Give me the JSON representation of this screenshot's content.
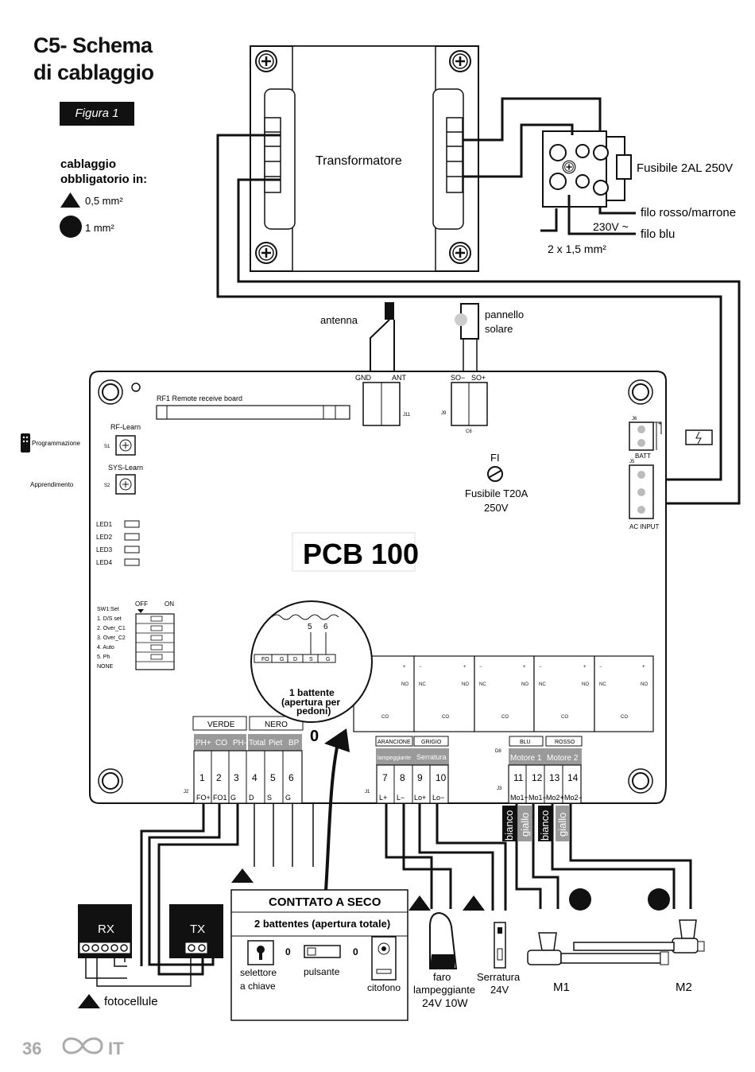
{
  "title": {
    "line1": "C5- Schema",
    "line2": "di cablaggio"
  },
  "figure_label": "Figura 1",
  "legend": {
    "heading1": "cablaggio",
    "heading2": "obbligatorio in:",
    "thin_label": "0,5 mm²",
    "thick_label": "1 mm²"
  },
  "transformer": {
    "label": "Transformatore"
  },
  "fuse_block": {
    "fuse_label": "Fusibile 2AL 250V",
    "wire_red": "filo rosso/marrone",
    "wire_blue": "filo blu",
    "voltage": "230V ~",
    "section": "2 x 1,5 mm²"
  },
  "antenna": {
    "label": "antenna"
  },
  "solar_panel": {
    "line1": "pannello",
    "line2": "solare"
  },
  "board": {
    "name": "PCB 100",
    "rf_board": "RF1  Remote receive board",
    "gnd": "GND",
    "ant": "ANT",
    "j11": "J11",
    "so_minus": "SO−",
    "so_plus": "SO+",
    "j9": "J9",
    "c6": "C6",
    "rf_learn": "RF-Learn",
    "s1": "S1",
    "sys_learn": "SYS-Learn",
    "s2": "S2",
    "leds": [
      "LED1",
      "LED2",
      "LED3",
      "LED4"
    ],
    "j6": "J6",
    "batt": "BATT",
    "j5": "J5",
    "ac_input": "AC INPUT",
    "fuse_id": "FI",
    "fuse_line1": "Fusibile T20A",
    "fuse_line2": "250V",
    "sw_off": "OFF",
    "sw_on": "ON",
    "sw_items": [
      "SW1:Set",
      "1. D/S set",
      "2. Over_C1",
      "3. Over_C2",
      "4. Auto",
      "5. Ph",
      "NONE"
    ],
    "j2": "J2",
    "j1": "J1",
    "j3": "J3",
    "d8": "D8",
    "zoom_pins": [
      "5",
      "6"
    ],
    "zoom_labels": [
      "FO",
      "G",
      "D",
      "S",
      "G"
    ],
    "zoom_caption1": "1 battente",
    "zoom_caption2": "(apertura per",
    "zoom_caption3": "pedoni)",
    "zero_mark": "0"
  },
  "side_labels": {
    "programmazione": "Programmazione",
    "apprendimento": "Apprendimento"
  },
  "relay_labels": {
    "plus": "+",
    "minus": "−",
    "no": "NO",
    "nc": "NC",
    "co": "CO"
  },
  "groups": {
    "verde": "VERDE",
    "nero": "NERO",
    "arancione": "ARANCIONE",
    "grigio": "GRIGIO",
    "blu": "BLU",
    "rosso": "ROSSO"
  },
  "functions": {
    "left": [
      "PH+",
      "CO",
      "PH-",
      "Total",
      "Piet",
      "BP"
    ],
    "lamp": "lampeggiante",
    "lock": "Serratura",
    "motor1": "Motore 1",
    "motor2": "Motore 2"
  },
  "terminals": {
    "numbers": [
      "1",
      "2",
      "3",
      "4",
      "5",
      "6",
      "7",
      "8",
      "9",
      "10",
      "11",
      "12",
      "13",
      "14"
    ],
    "labels": [
      "FO+",
      "FO1",
      "G",
      "D",
      "S",
      "G",
      "L+",
      "L−",
      "Lo+",
      "Lo−",
      "Mo1+",
      "Mo1−",
      "Mo2+",
      "Mo2−"
    ]
  },
  "wire_colors": [
    "bianco",
    "giallo",
    "bianco",
    "giallo"
  ],
  "dry_contact": {
    "title": "CONTTATO A SECO",
    "subtitle": "2 battentes (apertura totale)",
    "zero": "0",
    "key_line1": "selettore",
    "key_line2": "a chiave",
    "button": "pulsante",
    "intercom": "citofono"
  },
  "photocells": {
    "rx": "RX",
    "tx": "TX",
    "label": "fotocellule"
  },
  "lamp": {
    "line1": "faro",
    "line2": "lampeggiante",
    "line3": "24V 10W"
  },
  "lock": {
    "line1": "Serratura",
    "line2": "24V"
  },
  "motors": {
    "m1": "M1",
    "m2": "M2"
  },
  "footer": {
    "page": "36",
    "lang": "IT"
  }
}
